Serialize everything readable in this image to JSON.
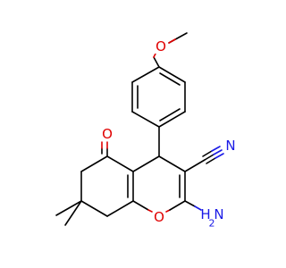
{
  "molecule": {
    "labels": {
      "methoxy_o": "O",
      "ketone_o": "O",
      "ring_o": "O",
      "nitrile_n": "N",
      "amine_text": "H",
      "amine_n": "N",
      "amine_sub": "2"
    }
  },
  "colors": {
    "oxygen": "#e00000",
    "nitrogen": "#1a1ae6",
    "carbon": "#000000",
    "background": "#ffffff"
  }
}
